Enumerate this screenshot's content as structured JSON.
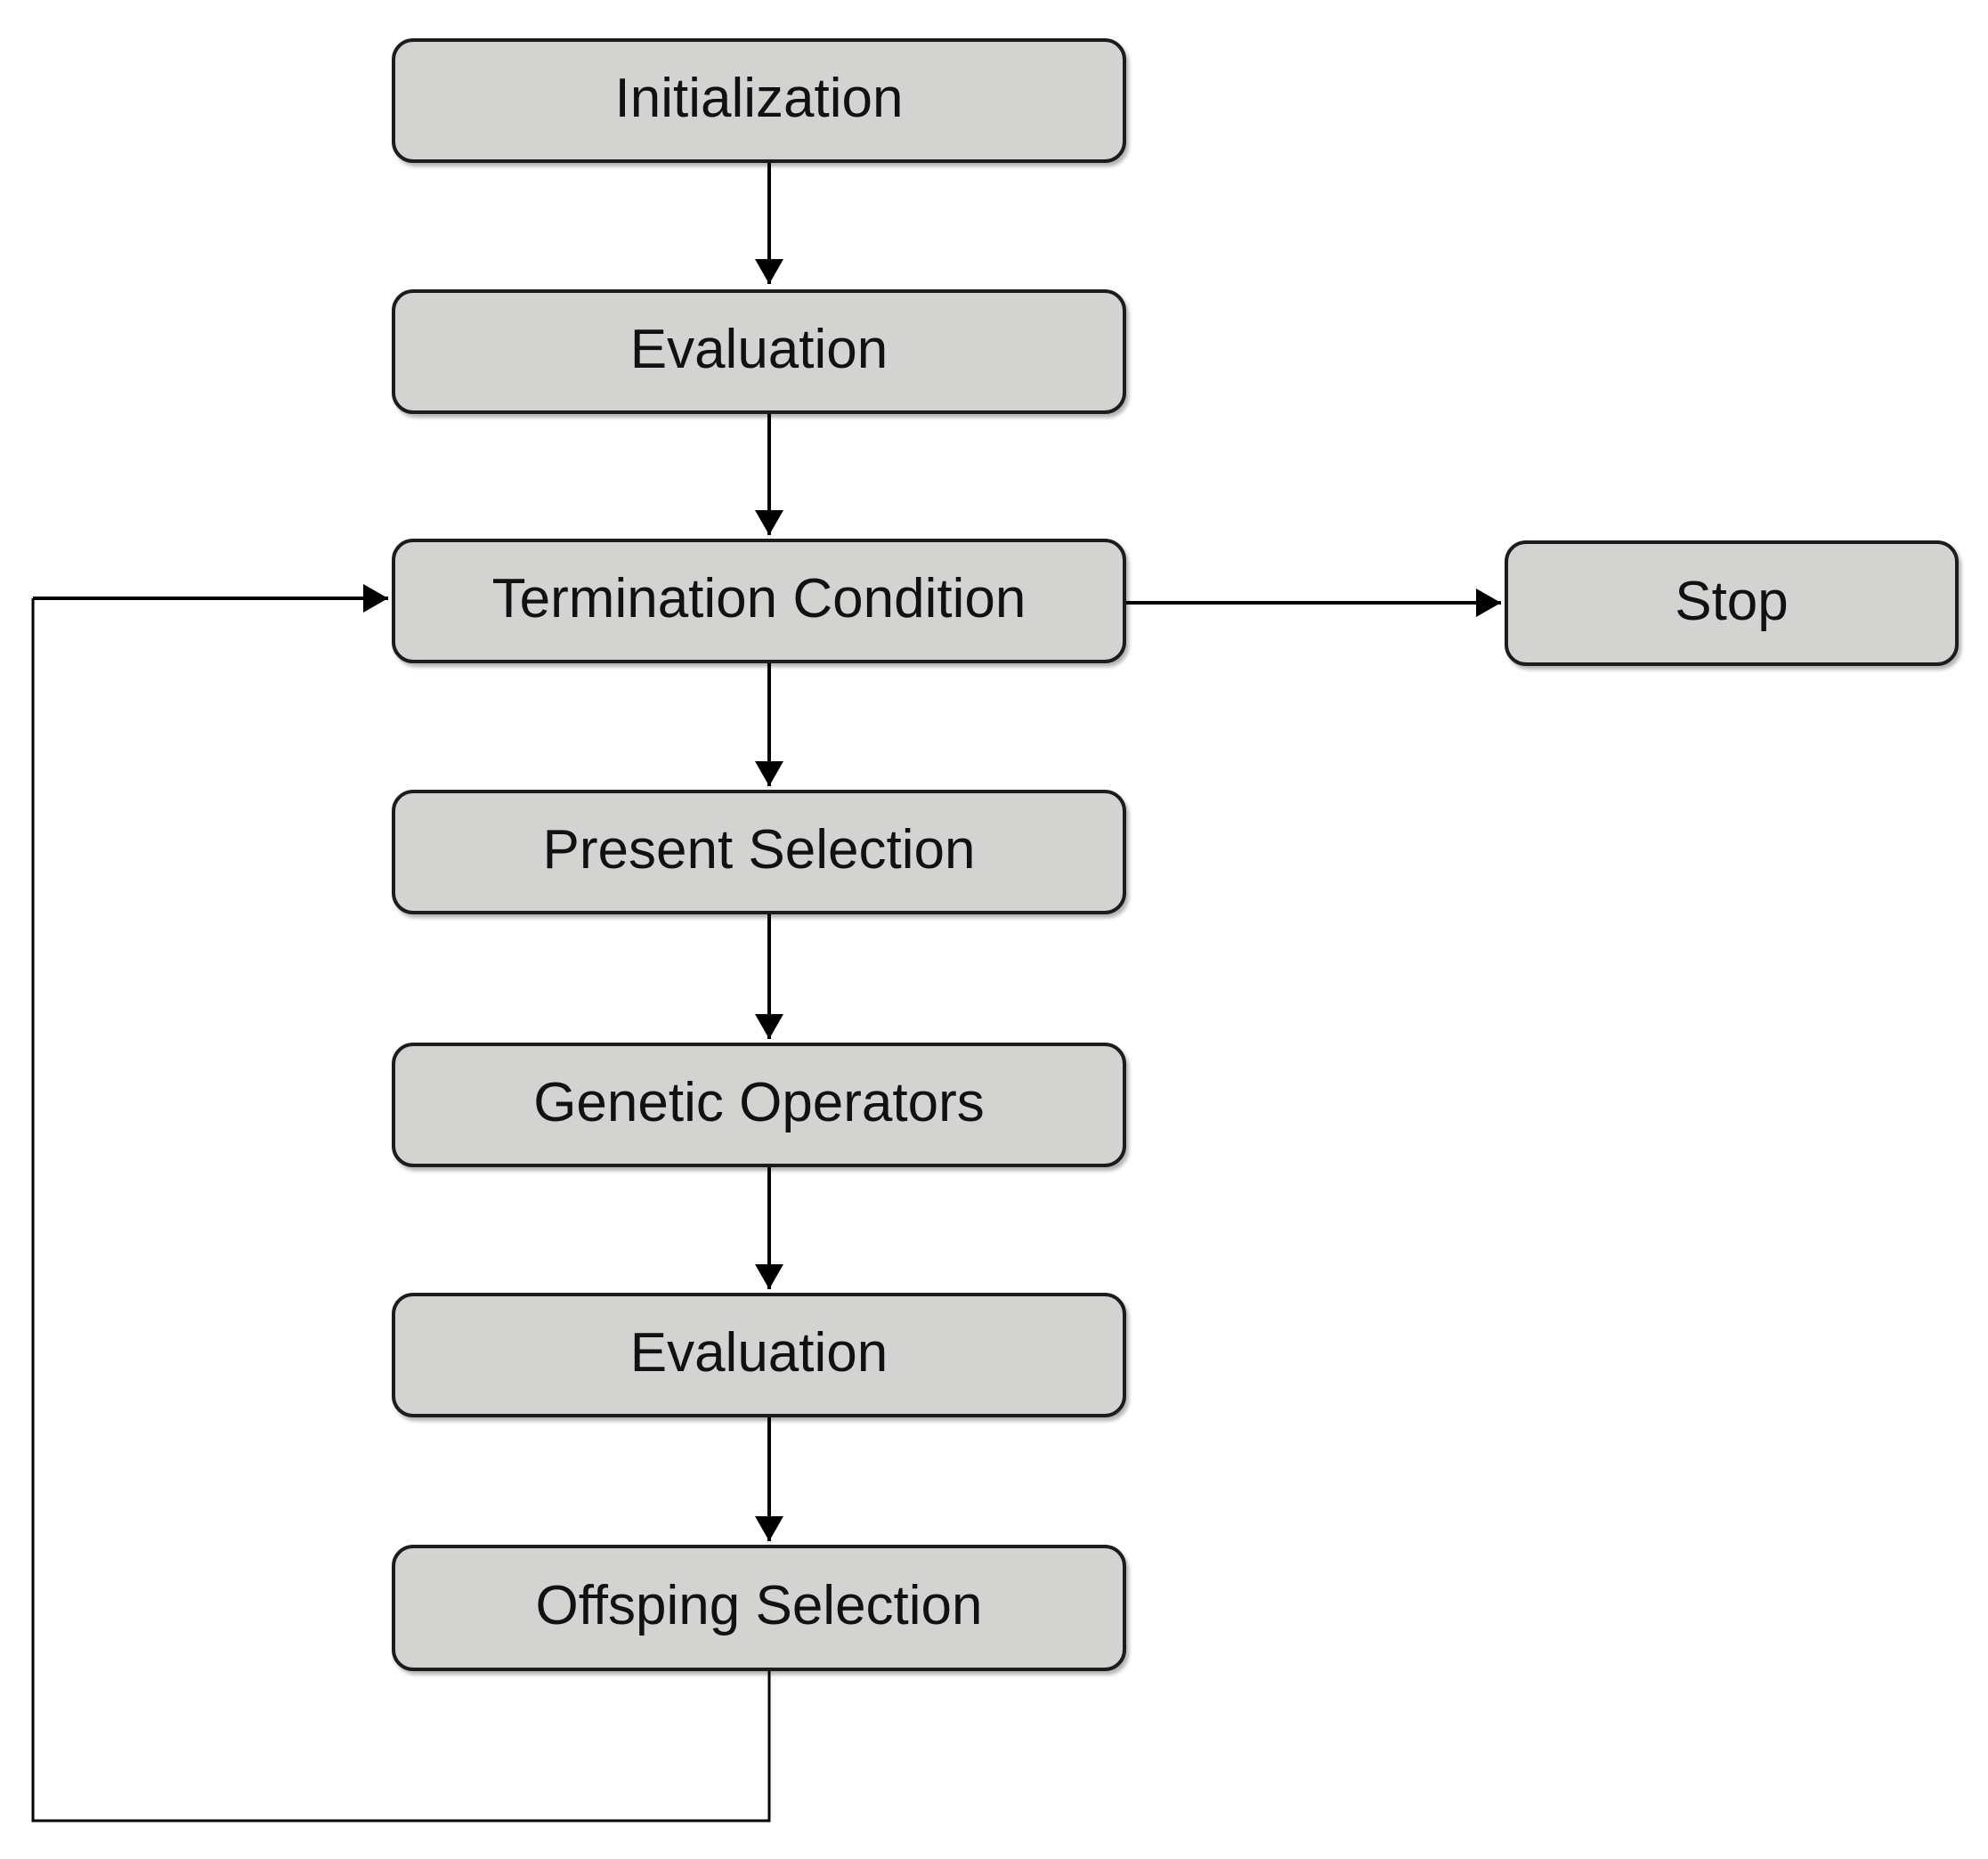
{
  "diagram_type": "flowchart",
  "colors": {
    "background": "#ffffff",
    "node_fill": "#d3d3d2",
    "node_border": "#1c1c1c",
    "edge": "#000000",
    "text": "#111111"
  },
  "nodes": [
    {
      "id": "initialization",
      "label": "Initialization"
    },
    {
      "id": "evaluation-1",
      "label": "Evaluation"
    },
    {
      "id": "termination-condition",
      "label": "Termination Condition"
    },
    {
      "id": "stop",
      "label": "Stop"
    },
    {
      "id": "present-selection",
      "label": "Present Selection"
    },
    {
      "id": "genetic-operators",
      "label": "Genetic Operators"
    },
    {
      "id": "evaluation-2",
      "label": "Evaluation"
    },
    {
      "id": "offsping-selection",
      "label": "Offsping Selection"
    }
  ],
  "edges": [
    {
      "from": "initialization",
      "to": "evaluation-1",
      "type": "arrow"
    },
    {
      "from": "evaluation-1",
      "to": "termination-condition",
      "type": "arrow"
    },
    {
      "from": "termination-condition",
      "to": "stop",
      "type": "arrow"
    },
    {
      "from": "termination-condition",
      "to": "present-selection",
      "type": "arrow"
    },
    {
      "from": "present-selection",
      "to": "genetic-operators",
      "type": "arrow"
    },
    {
      "from": "genetic-operators",
      "to": "evaluation-2",
      "type": "arrow"
    },
    {
      "from": "evaluation-2",
      "to": "offsping-selection",
      "type": "arrow"
    },
    {
      "from": "offsping-selection",
      "to": "termination-condition",
      "type": "feedback-loop"
    }
  ]
}
